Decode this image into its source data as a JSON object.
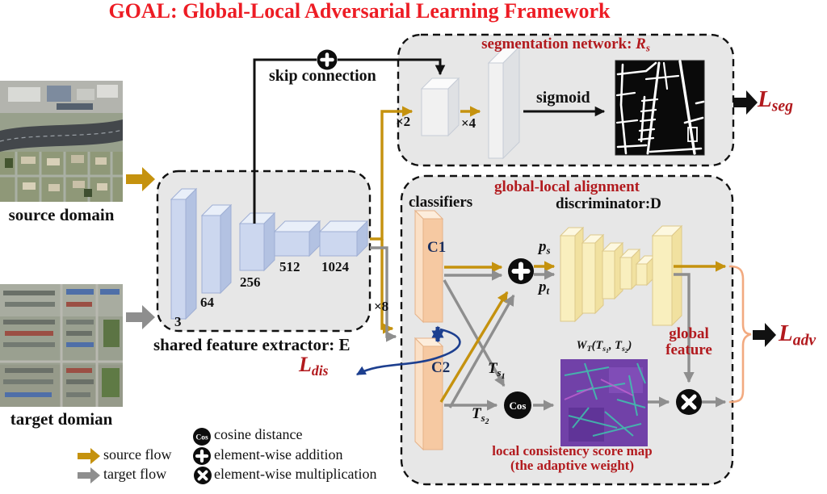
{
  "title": "GOAL: Global-Local Adversarial Learning Framework",
  "colors": {
    "titleRed": "#ed1c24",
    "darkRed": "#b21a1e",
    "gold": "#c5920e",
    "flowGray": "#8e8e8e",
    "navy": "#1d3f8f",
    "bracketOrange": "#f2aa80",
    "boxGray": "#e7e7e7",
    "cNavy": "#1b2f5e"
  },
  "domains": {
    "source_label": "source domain",
    "target_label": "target domian"
  },
  "extractor": {
    "label": "shared feature extractor: E",
    "skip": "skip connection",
    "x8": "×8",
    "layers": [
      "3",
      "64",
      "256",
      "512",
      "1024"
    ]
  },
  "segmentation": {
    "title": "segmentation network:",
    "r_main": "R",
    "r_sub": "s",
    "x2": "×2",
    "x4": "×4",
    "sigmoid": "sigmoid"
  },
  "alignment": {
    "title": "global-local alignment",
    "classifiers_label": "classifiers",
    "discriminator_label": "discriminator:D",
    "c1": "C1",
    "c2": "C2",
    "p_main": "p",
    "p_s_sub": "s",
    "p_t_sub": "t",
    "t_main": "T",
    "t_sub": "s",
    "t_sub1": "1",
    "t_sub2": "2",
    "cos_label": "Cos",
    "wt": {
      "main": "W",
      "sub": "T",
      "open": "(",
      "comma": ", ",
      "close": ")"
    },
    "global_feature": [
      "global",
      "feature"
    ],
    "score_caption": [
      "local consistency score map",
      "(the adaptive weight)"
    ]
  },
  "losses": {
    "seg_main": "L",
    "seg_sub": "seg",
    "adv_main": "L",
    "adv_sub": "adv",
    "dis_main": "L",
    "dis_sub": "dis"
  },
  "legend": {
    "cos_icon": "Cos",
    "cosine": "cosine distance",
    "addition": "element-wise addition",
    "multiplication": "element-wise multiplication",
    "source": "source flow",
    "target": "target flow"
  }
}
